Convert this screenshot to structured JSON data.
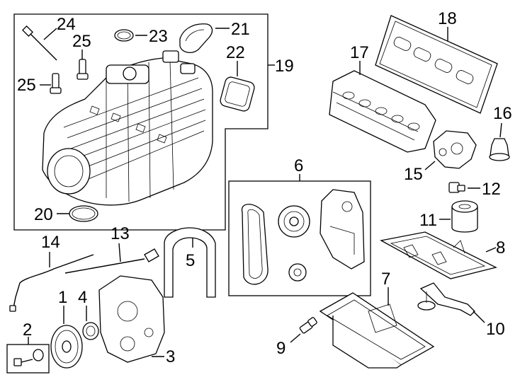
{
  "callouts": [
    {
      "id": "c1",
      "label": "1"
    },
    {
      "id": "c2",
      "label": "2"
    },
    {
      "id": "c3",
      "label": "3"
    },
    {
      "id": "c4",
      "label": "4"
    },
    {
      "id": "c5",
      "label": "5"
    },
    {
      "id": "c6",
      "label": "6"
    },
    {
      "id": "c7",
      "label": "7"
    },
    {
      "id": "c8",
      "label": "8"
    },
    {
      "id": "c9",
      "label": "9"
    },
    {
      "id": "c10",
      "label": "10"
    },
    {
      "id": "c11",
      "label": "11"
    },
    {
      "id": "c12",
      "label": "12"
    },
    {
      "id": "c13",
      "label": "13"
    },
    {
      "id": "c14",
      "label": "14"
    },
    {
      "id": "c15",
      "label": "15"
    },
    {
      "id": "c16",
      "label": "16"
    },
    {
      "id": "c17",
      "label": "17"
    },
    {
      "id": "c18",
      "label": "18"
    },
    {
      "id": "c19",
      "label": "19"
    },
    {
      "id": "c20",
      "label": "20"
    },
    {
      "id": "c21",
      "label": "21"
    },
    {
      "id": "c22",
      "label": "22"
    },
    {
      "id": "c23",
      "label": "23"
    },
    {
      "id": "c24",
      "label": "24"
    },
    {
      "id": "c25a",
      "label": "25"
    },
    {
      "id": "c25b",
      "label": "25"
    }
  ]
}
